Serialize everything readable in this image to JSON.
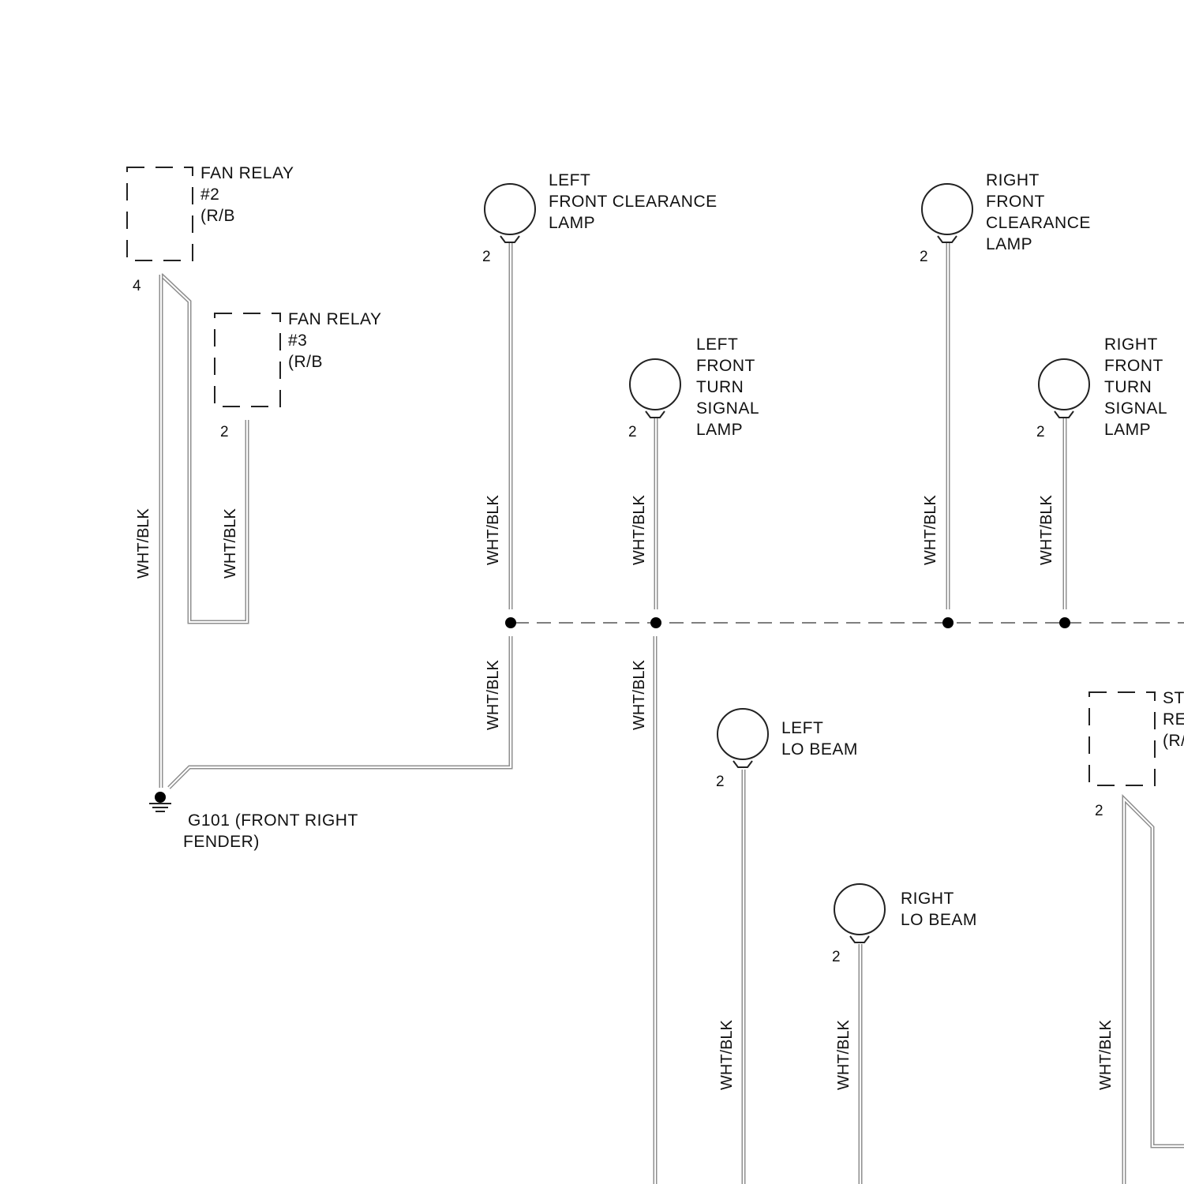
{
  "relays": [
    {
      "id": "fan-relay-2",
      "lines": [
        "FAN RELAY",
        "#2",
        "(R/B"
      ],
      "pin": "4"
    },
    {
      "id": "fan-relay-3",
      "lines": [
        "FAN RELAY",
        "#3",
        "(R/B"
      ],
      "pin": "2"
    },
    {
      "id": "st-relay",
      "lines": [
        "ST",
        "RE",
        "(R/"
      ],
      "pin": "2"
    }
  ],
  "lamps": [
    {
      "id": "left-front-clearance-lamp",
      "lines": [
        "LEFT",
        "FRONT CLEARANCE",
        "LAMP"
      ],
      "pin": "2"
    },
    {
      "id": "right-front-clearance-lamp",
      "lines": [
        "RIGHT",
        "FRONT",
        "CLEARANCE",
        "LAMP"
      ],
      "pin": "2"
    },
    {
      "id": "left-front-turn-signal-lamp",
      "lines": [
        "LEFT",
        "FRONT",
        "TURN",
        "SIGNAL",
        "LAMP"
      ],
      "pin": "2"
    },
    {
      "id": "right-front-turn-signal-lamp",
      "lines": [
        "RIGHT",
        "FRONT",
        "TURN",
        "SIGNAL",
        "LAMP"
      ],
      "pin": "2"
    },
    {
      "id": "left-lo-beam",
      "lines": [
        "LEFT",
        "LO BEAM"
      ],
      "pin": "2"
    },
    {
      "id": "right-lo-beam",
      "lines": [
        "RIGHT",
        "LO BEAM"
      ],
      "pin": "2"
    }
  ],
  "ground": {
    "id": "g101",
    "lines": [
      "G101 (FRONT RIGHT",
      "FENDER)"
    ]
  },
  "wire_color": "WHT/BLK"
}
